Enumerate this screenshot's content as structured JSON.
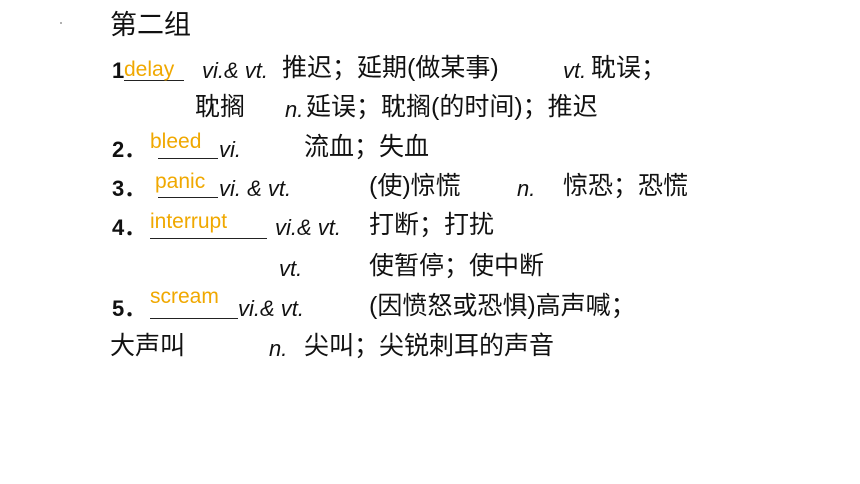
{
  "title": "第二组",
  "items": [
    {
      "number": "1",
      "answer": "delay",
      "line1": [
        {
          "pos": "vi.& vt.",
          "meaning": "推迟；延期(做某事)"
        },
        {
          "pos": "vt.",
          "meaning": "耽误；"
        }
      ],
      "line2": [
        {
          "pos": "",
          "meaning": "耽搁"
        },
        {
          "pos": "n.",
          "meaning": "延误；耽搁(的时间)；推迟"
        }
      ]
    },
    {
      "number": "2．",
      "answer": "bleed",
      "line1": [
        {
          "pos": "vi.",
          "meaning": "流血；失血"
        }
      ]
    },
    {
      "number": "3．",
      "answer": "panic",
      "line1": [
        {
          "pos": "vi. & vt.",
          "meaning": "(使)惊慌"
        },
        {
          "pos": "n.",
          "meaning": "惊恐；恐慌"
        }
      ]
    },
    {
      "number": "4．",
      "answer": "interrupt",
      "line1": [
        {
          "pos": "vi.& vt.",
          "meaning": "打断；打扰"
        }
      ],
      "line2": [
        {
          "pos": "vt.",
          "meaning": "使暂停；使中断"
        }
      ]
    },
    {
      "number": "5．",
      "answer": "scream",
      "line1": [
        {
          "pos": "vi.& vt.",
          "meaning": "(因愤怒或恐惧)高声喊；"
        }
      ],
      "line2": [
        {
          "pos": "",
          "meaning": "大声叫"
        },
        {
          "pos": "n.",
          "meaning": "尖叫；尖锐刺耳的声音"
        }
      ]
    }
  ],
  "colors": {
    "answer": "#f0a800",
    "text": "#111111",
    "background": "#ffffff"
  }
}
